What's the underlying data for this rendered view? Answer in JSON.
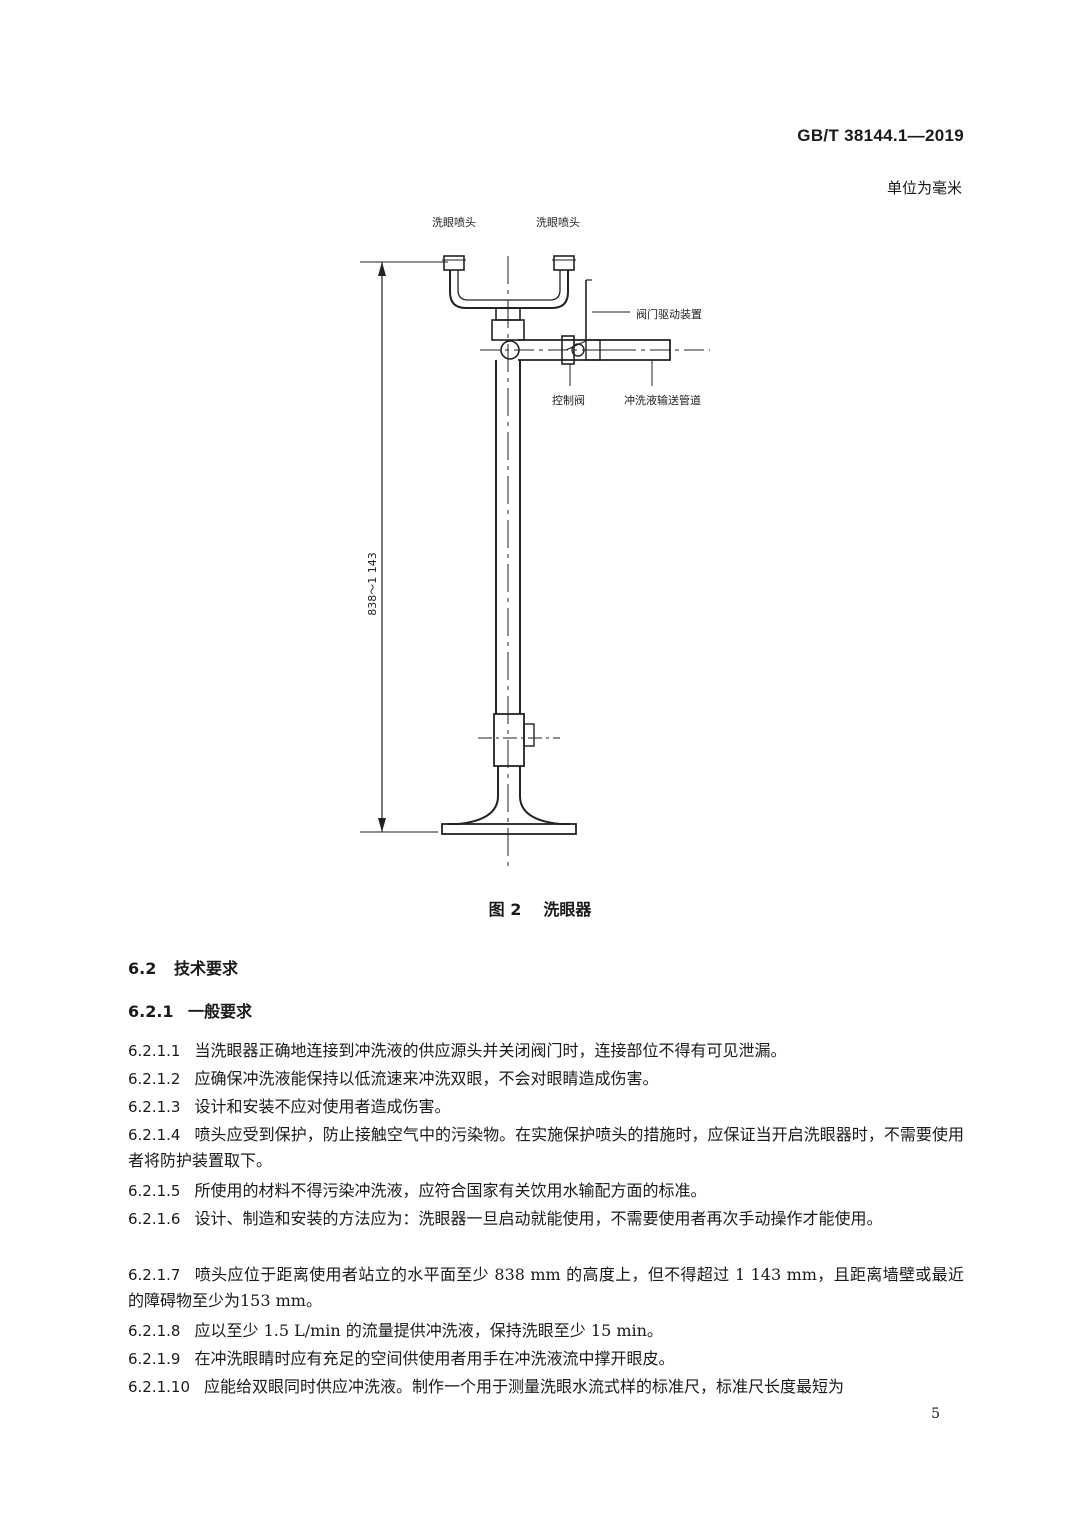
{
  "header": {
    "standard_code": "GB/T 38144.1—2019",
    "unit_note": "单位为毫米"
  },
  "figure": {
    "labels": {
      "nozzle_left": "洗眼喷头",
      "nozzle_right": "洗眼喷头",
      "valve_actuator": "阀门驱动装置",
      "control_valve": "控制阀",
      "supply_pipe": "冲洗液输送管道"
    },
    "dimension": "838～1 143",
    "caption_number": "图 2",
    "caption_title": "洗眼器"
  },
  "section": {
    "number": "6.2",
    "title": "技术要求"
  },
  "subsection": {
    "number": "6.2.1",
    "title": "一般要求"
  },
  "clauses": [
    {
      "number": "6.2.1.1",
      "text": "当洗眼器正确地连接到冲洗液的供应源头并关闭阀门时，连接部位不得有可见泄漏。"
    },
    {
      "number": "6.2.1.2",
      "text": "应确保冲洗液能保持以低流速来冲洗双眼，不会对眼睛造成伤害。"
    },
    {
      "number": "6.2.1.3",
      "text": "设计和安装不应对使用者造成伤害。"
    },
    {
      "number": "6.2.1.4",
      "text": "喷头应受到保护，防止接触空气中的污染物。在实施保护喷头的措施时，应保证当开启洗眼器时，不需要使用者将防护装置取下。"
    },
    {
      "number": "6.2.1.5",
      "text": "所使用的材料不得污染冲洗液，应符合国家有关饮用水输配方面的标准。"
    },
    {
      "number": "6.2.1.6",
      "text": "设计、制造和安装的方法应为：洗眼器一旦启动就能使用，不需要使用者再次手动操作才能使用。"
    },
    {
      "number": "6.2.1.7",
      "text": "喷头应位于距离使用者站立的水平面至少 838 mm 的高度上，但不得超过 1 143 mm，且距离墙壁或最近的障碍物至少为153 mm。"
    },
    {
      "number": "6.2.1.8",
      "text": "应以至少 1.5 L/min 的流量提供冲洗液，保持洗眼至少 15 min。"
    },
    {
      "number": "6.2.1.9",
      "text": "在冲洗眼睛时应有充足的空间供使用者用手在冲洗液流中撑开眼皮。"
    },
    {
      "number": "6.2.1.10",
      "text": "应能给双眼同时供应冲洗液。制作一个用于测量洗眼水流式样的标准尺，标准尺长度最短为"
    }
  ],
  "page_number": "5"
}
